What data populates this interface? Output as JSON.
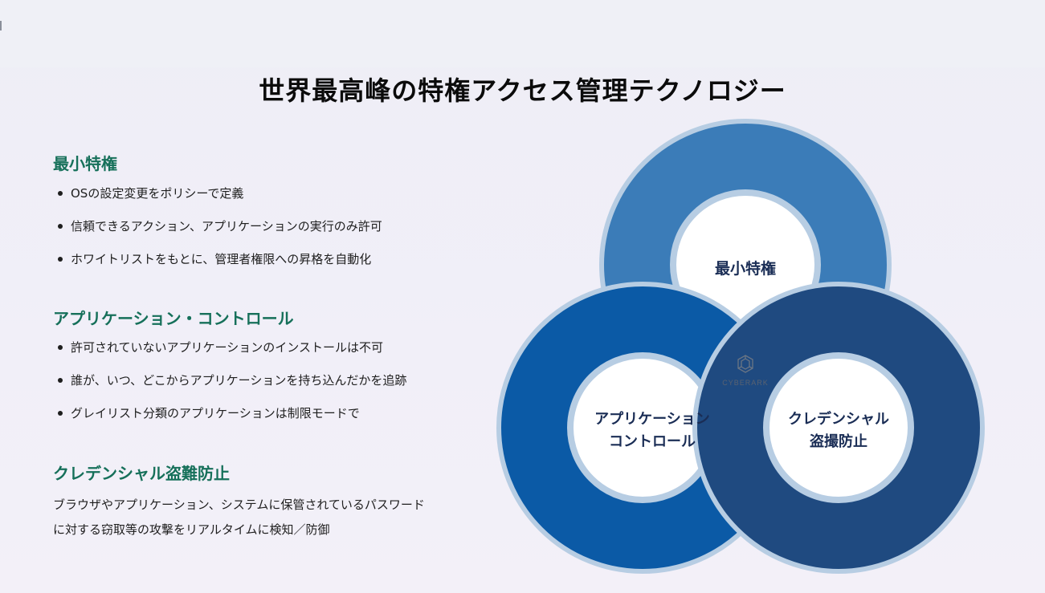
{
  "title": "世界最高峰の特権アクセス管理テクノロジー",
  "sections": [
    {
      "heading": "最小特権",
      "bullets": [
        "OSの設定変更をポリシーで定義",
        "信頼できるアクション、アプリケーションの実行のみ許可",
        "ホワイトリストをもとに、管理者権限への昇格を自動化"
      ]
    },
    {
      "heading": "アプリケーション・コントロール",
      "bullets": [
        "許可されていないアプリケーションのインストールは不可",
        "誰が、いつ、どこからアプリケーションを持ち込んだかを追跡",
        "グレイリスト分類のアプリケーションは制限モードで"
      ]
    },
    {
      "heading": "クレデンシャル盗難防止",
      "paragraph": [
        "ブラウザやアプリケーション、システムに保管されているパスワード",
        "に対する窃取等の攻撃をリアルタイムに検知／防御"
      ]
    }
  ],
  "diagram": {
    "rings": [
      {
        "label_lines": [
          "最小特権"
        ],
        "color": "#3b7cb8"
      },
      {
        "label_lines": [
          "アプリケーション",
          "コントロール"
        ],
        "color": "#0b5aa6"
      },
      {
        "label_lines": [
          "クレデンシャル",
          "盗撮防止"
        ],
        "color": "#1f4a80"
      }
    ],
    "center_logo": {
      "name": "CYBERARK",
      "icon": "cyberark-hexagon-icon"
    },
    "ring_border_color": "#b7cde3",
    "label_color": "#1a2d55"
  }
}
